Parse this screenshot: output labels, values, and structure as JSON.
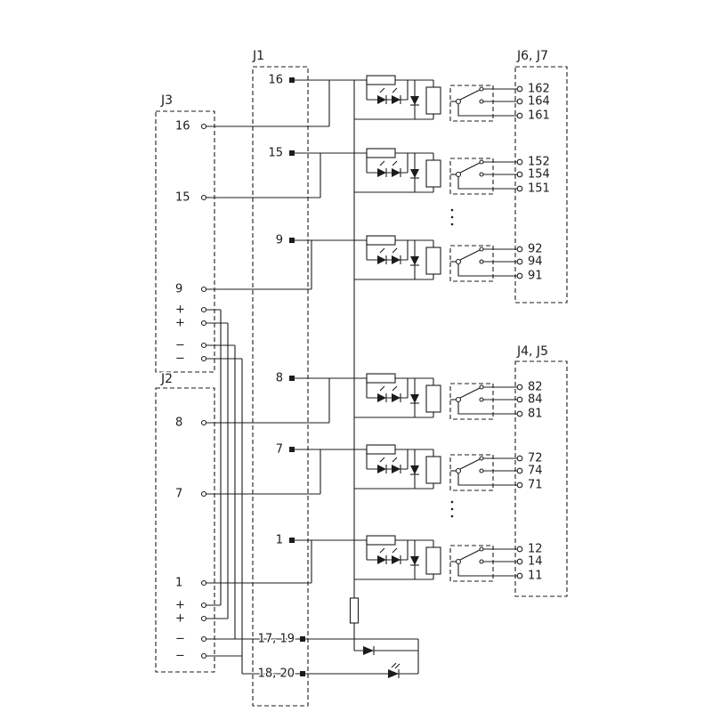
{
  "connectors": {
    "j1": {
      "label": "J1",
      "pins": [
        "16",
        "15",
        "9",
        "8",
        "7",
        "1",
        "17, 19",
        "18, 20"
      ]
    },
    "j3": {
      "label": "J3",
      "pins": [
        "16",
        "15",
        "9",
        "+",
        "+",
        "−",
        "−"
      ]
    },
    "j2": {
      "label": "J2",
      "pins": [
        "8",
        "7",
        "1",
        "+",
        "+",
        "−",
        "−"
      ]
    },
    "j6j7": {
      "label": "J6, J7",
      "pins": [
        "162",
        "164",
        "161",
        "152",
        "154",
        "151",
        "92",
        "94",
        "91"
      ]
    },
    "j4j5": {
      "label": "J4, J5",
      "pins": [
        "82",
        "84",
        "81",
        "72",
        "74",
        "71",
        "12",
        "14",
        "11"
      ]
    }
  },
  "colors": {
    "ink": "#1c1c1c",
    "background": "#ffffff"
  }
}
